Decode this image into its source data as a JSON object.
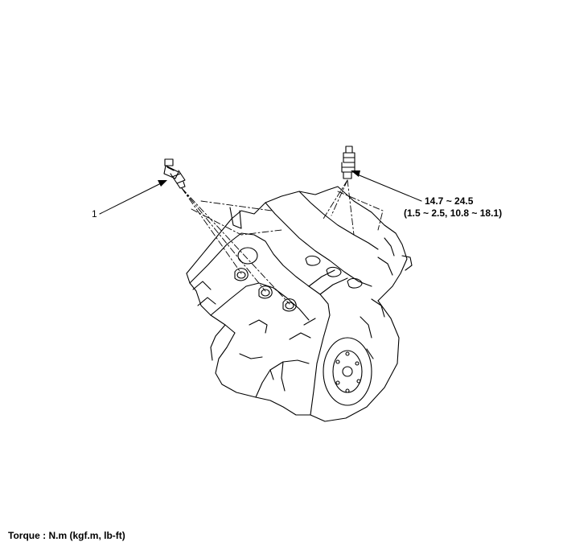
{
  "callouts": {
    "part_number": "1",
    "torque_value": "14.7 ~ 24.5",
    "torque_value_alt": "(1.5 ~ 2.5, 10.8 ~ 18.1)"
  },
  "footer": {
    "torque_units": "Torque : N.m (kgf.m, lb-ft)"
  },
  "style": {
    "line_color": "#000000",
    "background": "#ffffff"
  }
}
